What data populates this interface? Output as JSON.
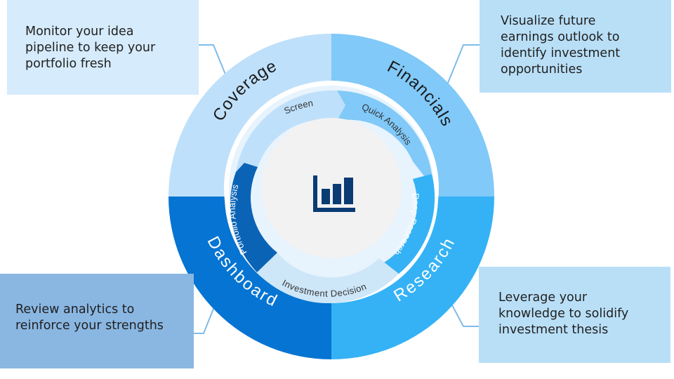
{
  "callouts": {
    "top_left": "Monitor your idea\npipeline to keep your\nportfolio fresh",
    "top_right": "Visualize future\nearnings outlook to\nidentify investment\nopportunities",
    "bottom_right": "Leverage your\nknowledge to solidify\ninvestment thesis",
    "bottom_left": "Review analytics to\nreinforce your strengths"
  },
  "outer_ring": {
    "coverage": "Coverage",
    "financials": "Financials",
    "research": "Research",
    "dashboard": "Dashboard"
  },
  "inner_cycle": {
    "screen": "Screen",
    "quick_analysis": "Quick Analysis",
    "deep_research": "Deep Research",
    "investment_decision": "Investment Decision",
    "portfolio_analysis": "Portfolio Analysis"
  },
  "center_icon": "bar-chart-icon",
  "colors": {
    "coverage": "#bfe0fa",
    "financials": "#80c9f8",
    "research": "#34b2f5",
    "dashboard": "#0674d2",
    "center_icon": "#0a3b73"
  }
}
